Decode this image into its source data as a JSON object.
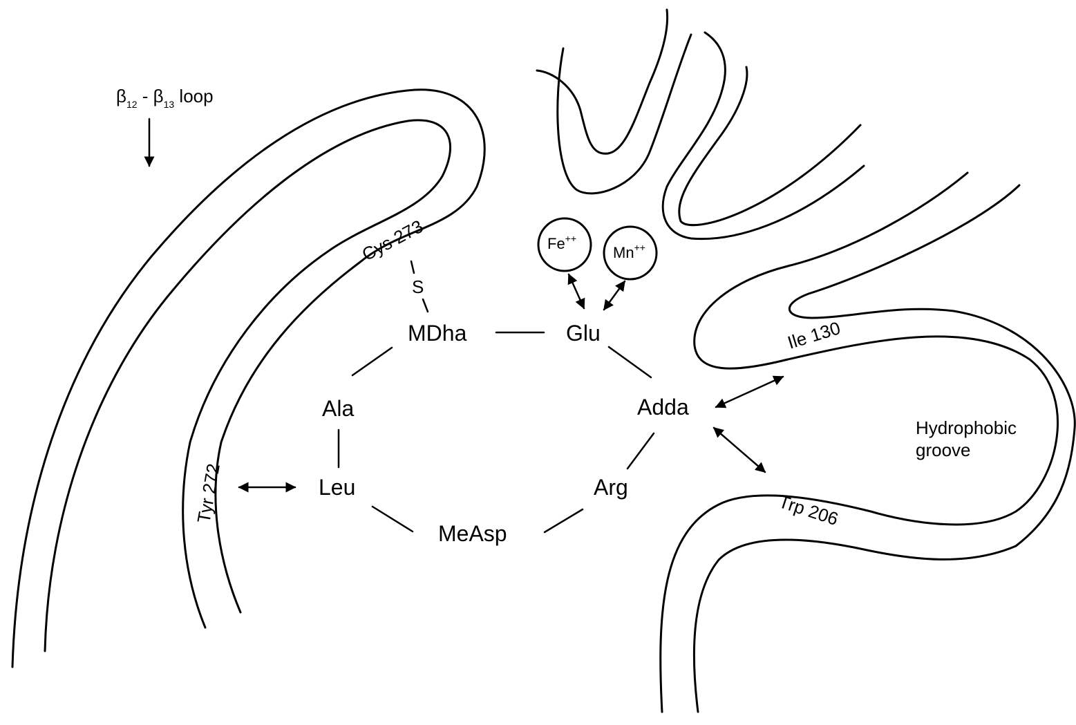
{
  "loop_label": {
    "beta": "β",
    "sub1": "12",
    "dash": " - ",
    "sub2": "13",
    "rest": " loop"
  },
  "residues": {
    "mdha": "MDha",
    "glu": "Glu",
    "adda": "Adda",
    "arg": "Arg",
    "measp": "MeAsp",
    "leu": "Leu",
    "ala": "Ala",
    "s": "S"
  },
  "sites": {
    "cys": "Cys 273",
    "tyr": "Tyr 272",
    "ile": "Ile 130",
    "trp": "Trp 206"
  },
  "ions": {
    "fe": {
      "base": "Fe",
      "charge": "++"
    },
    "mn": {
      "base": "Mn",
      "charge": "++"
    }
  },
  "groove": {
    "line1": "Hydrophobic",
    "line2": "groove"
  }
}
